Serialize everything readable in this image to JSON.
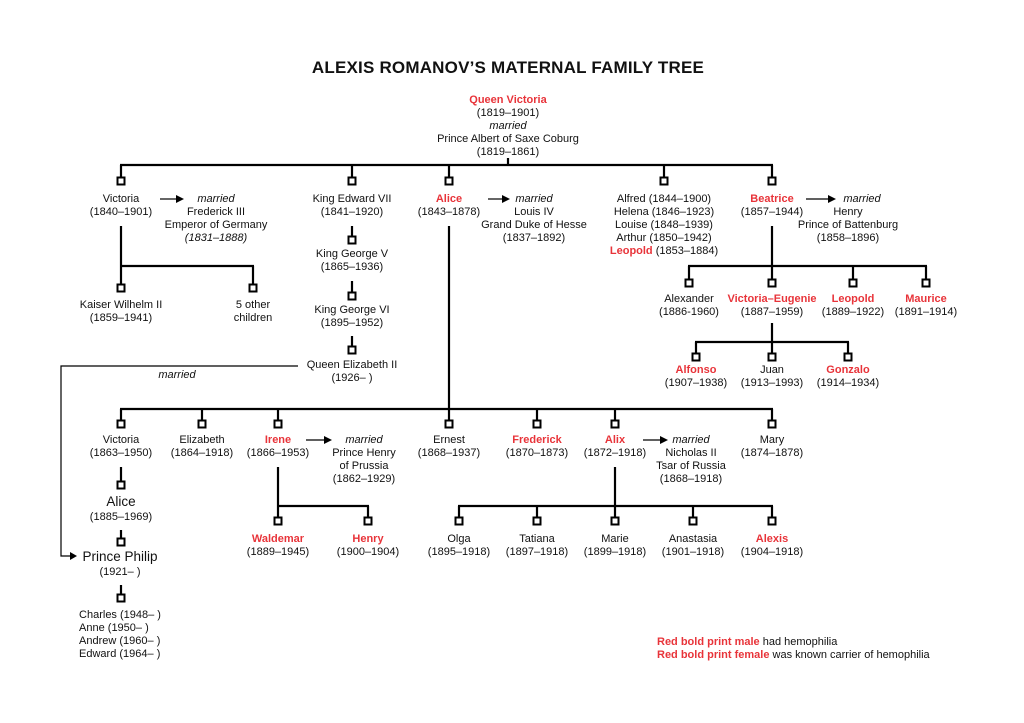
{
  "title": "ALEXIS ROMANOV’S MATERNAL FAMILY TREE",
  "accent_red": "#e8343a",
  "married_label": "married",
  "root": {
    "name": "Queen Victoria",
    "dates": "(1819–1901)",
    "married": "married",
    "spouse": "Prince Albert of Saxe Coburg",
    "spouse_dates": "(1819–1861)"
  },
  "people": [
    {
      "id": "victoria1840",
      "name": "Victoria",
      "dates": "(1840–1901)",
      "red": false
    },
    {
      "id": "edward7",
      "name": "King Edward VII",
      "dates": "(1841–1920)",
      "red": false
    },
    {
      "id": "george5",
      "name": "King George V",
      "dates": "(1865–1936)",
      "red": false
    },
    {
      "id": "george6",
      "name": "King George VI",
      "dates": "(1895–1952)",
      "red": false
    },
    {
      "id": "elizabeth2",
      "name": "Queen Elizabeth II",
      "dates": "(1926–    )",
      "red": false
    },
    {
      "id": "alice1843",
      "name": "Alice",
      "dates": "(1843–1878)",
      "red": true
    },
    {
      "id": "beatrice",
      "name": "Beatrice",
      "dates": "(1857–1944)",
      "red": true
    },
    {
      "id": "wilhelm2",
      "name": "Kaiser Wilhelm II",
      "dates": "(1859–1941)",
      "red": false
    },
    {
      "id": "others5",
      "name": "5 other",
      "dates": "children",
      "red": false
    },
    {
      "id": "alexander",
      "name": "Alexander",
      "dates": "(1886-1960)",
      "red": false
    },
    {
      "id": "vicEugenie",
      "name": "Victoria–Eugenie",
      "dates": "(1887–1959)",
      "red": true
    },
    {
      "id": "leopold1889",
      "name": "Leopold",
      "dates": "(1889–1922)",
      "red": true
    },
    {
      "id": "maurice",
      "name": "Maurice",
      "dates": "(1891–1914)",
      "red": true
    },
    {
      "id": "alfonso",
      "name": "Alfonso",
      "dates": "(1907–1938)",
      "red": true
    },
    {
      "id": "juan",
      "name": "Juan",
      "dates": "(1913–1993)",
      "red": false
    },
    {
      "id": "gonzalo",
      "name": "Gonzalo",
      "dates": "(1914–1934)",
      "red": true
    },
    {
      "id": "victoria1863",
      "name": "Victoria",
      "dates": "(1863–1950)",
      "red": false
    },
    {
      "id": "elizabeth1864",
      "name": "Elizabeth",
      "dates": "(1864–1918)",
      "red": false
    },
    {
      "id": "irene",
      "name": "Irene",
      "dates": "(1866–1953)",
      "red": true
    },
    {
      "id": "ernest",
      "name": "Ernest",
      "dates": "(1868–1937)",
      "red": false
    },
    {
      "id": "frederick1870",
      "name": "Frederick",
      "dates": "(1870–1873)",
      "red": true
    },
    {
      "id": "alix",
      "name": "Alix",
      "dates": "(1872–1918)",
      "red": true
    },
    {
      "id": "mary",
      "name": "Mary",
      "dates": "(1874–1878)",
      "red": false
    },
    {
      "id": "alice1885",
      "name": "Alice",
      "dates": "(1885–1969)",
      "red": false
    },
    {
      "id": "philip",
      "name": "Prince Philip",
      "dates": "(1921–    )",
      "red": false
    },
    {
      "id": "waldemar",
      "name": "Waldemar",
      "dates": "(1889–1945)",
      "red": true
    },
    {
      "id": "henry1900",
      "name": "Henry",
      "dates": "(1900–1904)",
      "red": true
    },
    {
      "id": "olga",
      "name": "Olga",
      "dates": "(1895–1918)",
      "red": false
    },
    {
      "id": "tatiana",
      "name": "Tatiana",
      "dates": "(1897–1918)",
      "red": false
    },
    {
      "id": "marie",
      "name": "Marie",
      "dates": "(1899–1918)",
      "red": false
    },
    {
      "id": "anastasia",
      "name": "Anastasia",
      "dates": "(1901–1918)",
      "red": false
    },
    {
      "id": "alexis",
      "name": "Alexis",
      "dates": "(1904–1918)",
      "red": true
    }
  ],
  "spouses": [
    {
      "id": "frederick3",
      "lines": [
        "Frederick III",
        "Emperor of Germany"
      ],
      "dates": "(1831–1888)",
      "dates_italic": true
    },
    {
      "id": "louis4",
      "lines": [
        "Louis IV",
        "Grand Duke of Hesse"
      ],
      "dates": "(1837–1892)",
      "dates_italic": false
    },
    {
      "id": "henryBattenburg",
      "lines": [
        "Henry",
        "Prince of Battenburg"
      ],
      "dates": "(1858–1896)",
      "dates_italic": false
    },
    {
      "id": "henryPrussia",
      "lines": [
        "Prince Henry",
        "of Prussia"
      ],
      "dates": "(1862–1929)",
      "dates_italic": false
    },
    {
      "id": "nicholas2",
      "lines": [
        "Nicholas II",
        "Tsar of Russia"
      ],
      "dates": "(1868–1918)",
      "dates_italic": false
    }
  ],
  "siblings_list": [
    {
      "name": "Alfred",
      "dates": "(1844–1900)",
      "red": false
    },
    {
      "name": "Helena",
      "dates": "(1846–1923)",
      "red": false
    },
    {
      "name": "Louise",
      "dates": "(1848–1939)",
      "red": false
    },
    {
      "name": "Arthur",
      "dates": "(1850–1942)",
      "red": false
    },
    {
      "name": "Leopold",
      "dates": "(1853–1884)",
      "red": true
    }
  ],
  "philip_children": [
    "Charles (1948–    )",
    "Anne (1950–    )",
    "Andrew (1960–    )",
    "Edward (1964–    )"
  ],
  "legend": [
    {
      "red_text": "Red bold print male",
      "text": " had hemophilia"
    },
    {
      "red_text": "Red bold print female",
      "text": " was known carrier of hemophilia"
    }
  ]
}
